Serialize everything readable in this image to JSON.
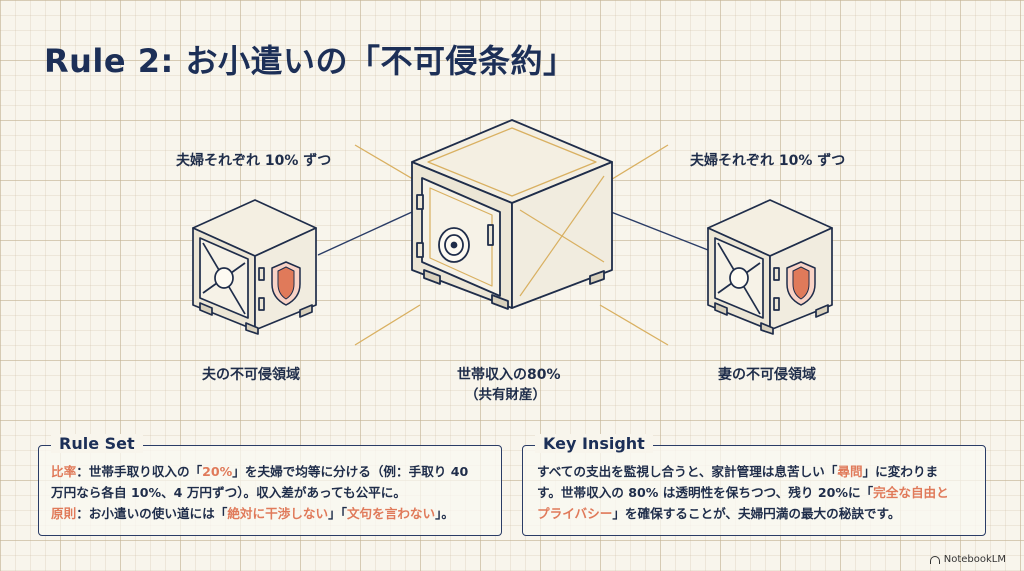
{
  "title": "Rule 2: お小遣いの「不可侵条約」",
  "left": {
    "top_caption": "夫婦それぞれ 10% ずつ",
    "bottom_caption": "夫の不可侵領域"
  },
  "center": {
    "caption_line1": "世帯収入の80%",
    "caption_line2": "（共有財産）"
  },
  "right": {
    "top_caption": "夫婦それぞれ 10% ずつ",
    "bottom_caption": "妻の不可侵領域"
  },
  "rule_set": {
    "title": "Rule Set",
    "l1_label": "比率",
    "l1_text_a": "：世帯手取り収入の「",
    "l1_hl": "20%",
    "l1_text_b": "」を夫婦で均等に分ける（例：手取り 40",
    "l2_text": "万円なら各自 10%、4 万円ずつ）。収入差があっても公平に。",
    "l3_label": "原則",
    "l3_text_a": "：お小遣いの使い道には「",
    "l3_hl1": "絶対に干渉しない",
    "l3_text_b": "」「",
    "l3_hl2": "文句を言わない",
    "l3_text_c": "」。"
  },
  "key_insight": {
    "title": "Key Insight",
    "l1_text_a": "すべての支出を監視し合うと、家計管理は息苦しい「",
    "l1_hl": "尋問",
    "l1_text_b": "」に変わりま",
    "l2_text_a": "す。世帯収入の 80% は透明性を保ちつつ、残り 20%に「",
    "l2_hl": "完全な自由と",
    "l3_hl": "プライバシー",
    "l3_text": "」を確保することが、夫婦円満の最大の秘訣です。"
  },
  "footer": {
    "brand": "NotebookLM"
  },
  "colors": {
    "navy": "#1c2f57",
    "accent": "#e07a5a",
    "gold": "#d9b061",
    "background": "#f8f5ec"
  }
}
